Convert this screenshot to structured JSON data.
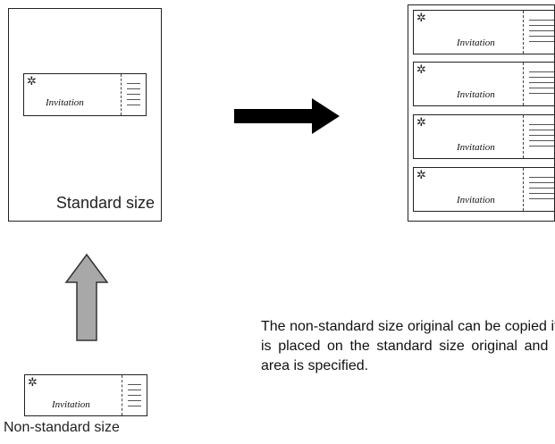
{
  "standard_original": {
    "size_label": "Standard size"
  },
  "non_standard_original": {
    "size_label": "Non-standard size"
  },
  "card": {
    "label": "Invitation"
  },
  "result_copies": [
    {
      "label": "Invitation"
    },
    {
      "label": "Invitation"
    },
    {
      "label": "Invitation"
    },
    {
      "label": "Invitation"
    }
  ],
  "description": "The non-standard size original can be copied if it is placed on the standard size original and its area is specified.",
  "icons": {
    "flower": "flower-icon",
    "right_arrow": "right-arrow",
    "up_arrow": "up-arrow"
  },
  "colors": {
    "right_arrow": "#000000",
    "up_arrow_fill": "#a8a8a8",
    "up_arrow_stroke": "#333333"
  }
}
